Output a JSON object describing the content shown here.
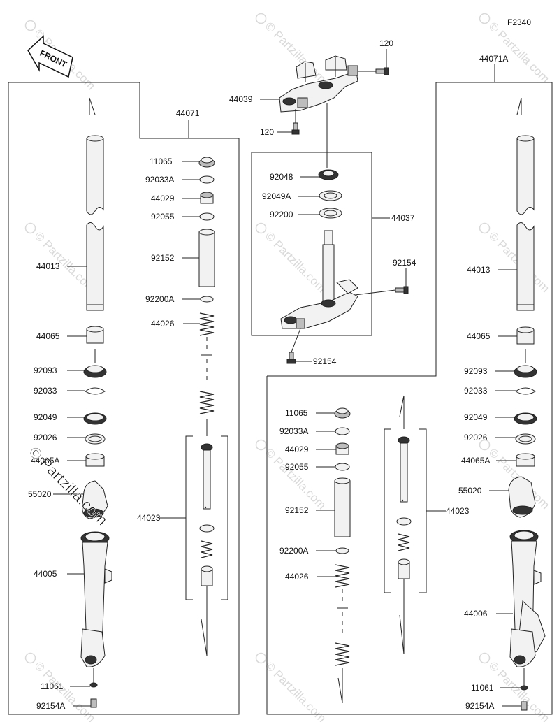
{
  "figure_code": "F2340",
  "front_label": "FRONT",
  "watermark_text": "© Partzilla.com",
  "brand_overlay": "© Partzilla.com",
  "labels": {
    "p120_top": "120",
    "p44039": "44039",
    "p120_bottom": "120",
    "p92048": "92048",
    "p92049A_center": "92049A",
    "p92200_center": "92200",
    "p44037": "44037",
    "p92154_right": "92154",
    "p92154_bottom": "92154",
    "left_44071": "44071",
    "left_44013": "44013",
    "left_44065": "44065",
    "left_92093": "92093",
    "left_92033": "92033",
    "left_92049": "92049",
    "left_92026": "92026",
    "left_44065A": "44065A",
    "left_55020": "55020",
    "left_44005": "44005",
    "left_11061": "11061",
    "left_92154A": "92154A",
    "left_11065": "11065",
    "left_92033A": "92033A",
    "left_44029": "44029",
    "left_92055": "92055",
    "left_92152": "92152",
    "left_92200A": "92200A",
    "left_44026": "44026",
    "left_44023": "44023",
    "right_44071A": "44071A",
    "right_44013": "44013",
    "right_44065": "44065",
    "right_92093": "92093",
    "right_92033": "92033",
    "right_92049": "92049",
    "right_92026": "92026",
    "right_44065A": "44065A",
    "right_55020": "55020",
    "right_44006": "44006",
    "right_11061": "11061",
    "right_92154A": "92154A",
    "right_11065": "11065",
    "right_92033A": "92033A",
    "right_44029": "44029",
    "right_92055": "92055",
    "right_92152": "92152",
    "right_92200A": "92200A",
    "right_44026": "44026",
    "right_44023": "44023"
  }
}
